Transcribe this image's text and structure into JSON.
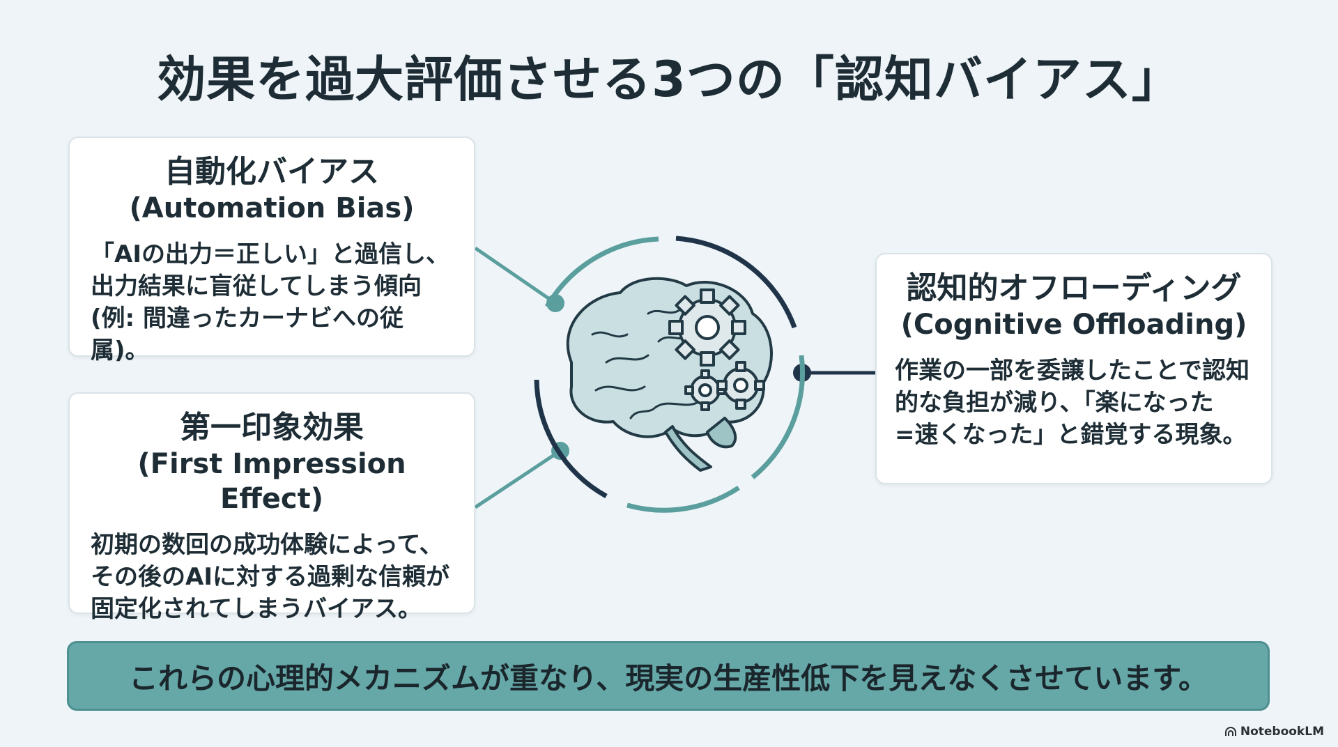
{
  "title": "効果を過大評価させる3つの「認知バイアス」",
  "cards": {
    "automation": {
      "heading": "自動化バイアス",
      "subheading": "(Automation Bias)",
      "body_lines": [
        "「AIの出力＝正しい」と過信し、",
        "出力結果に盲従してしまう傾向",
        "(例: 間違ったカーナビへの従属)。"
      ]
    },
    "first_impression": {
      "heading": "第一印象効果",
      "subheading": "(First Impression Effect)",
      "body_lines": [
        "初期の数回の成功体験によって、",
        "その後のAIに対する過剰な信頼が",
        "固定化されてしまうバイアス。"
      ]
    },
    "offloading": {
      "heading": "認知的オフローディング",
      "subheading": "(Cognitive Offloading)",
      "body_lines": [
        "作業の一部を委譲したことで認知",
        "的な負担が減り、「楽になった",
        "=速くなった」と錯覚する現象。"
      ]
    }
  },
  "banner": "これらの心理的メカニズムが重なり、現実の生産性低下を見えなくさせています。",
  "brand": "NotebookLM",
  "center_icon": "brain-with-gears-icon",
  "colors": {
    "teal": "#5a9e9e",
    "navy": "#1f3349",
    "banner": "#66a7a7",
    "background": "#eef4f7"
  }
}
